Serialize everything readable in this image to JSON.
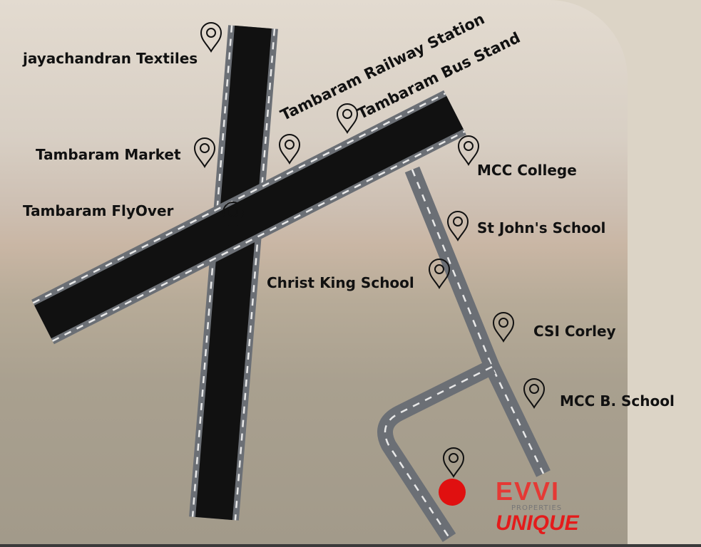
{
  "labels": {
    "jayachandran": "jayachandran Textiles",
    "railway": "Tambaram Railway Station",
    "bus": "Tambaram Bus Stand",
    "market": "Tambaram Market",
    "mcc": "MCC College",
    "flyover": "Tambaram FlyOver",
    "stjohns": "St John's School",
    "christking": "Christ King School",
    "csi": "CSI Corley",
    "mccb": "MCC B. School"
  },
  "logo": {
    "brand": "EVVI",
    "sub": "PROPERTIES",
    "tagline": "UNIQUE"
  },
  "colors": {
    "road": "#111111",
    "road_edge": "#6b6f75",
    "lane": "#e8e8e8",
    "destination": "#e01010",
    "brand": "#e53935"
  },
  "icons": [
    "map-pin-icon",
    "destination-marker-icon"
  ]
}
